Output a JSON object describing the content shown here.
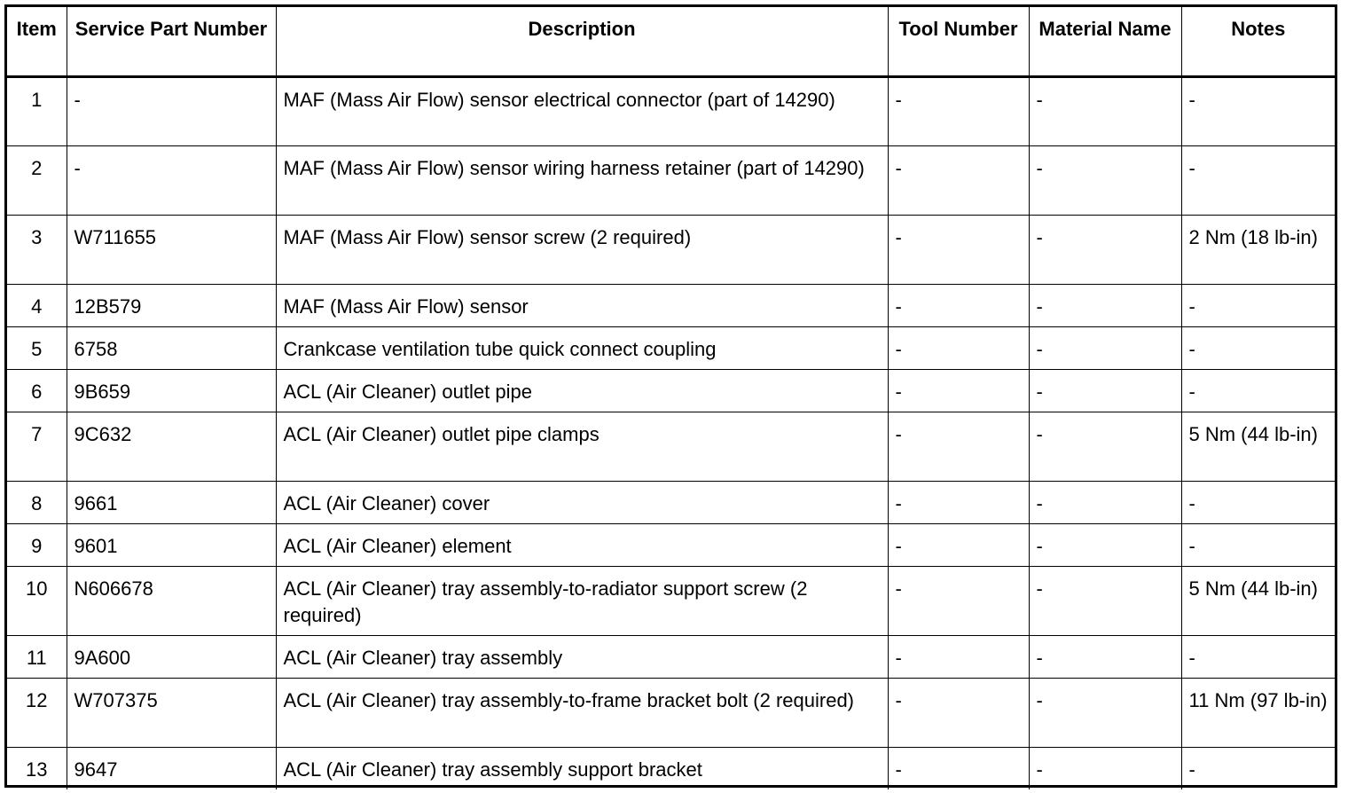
{
  "table": {
    "headers": [
      "Item",
      "Service Part Number",
      "Description",
      "Tool Number",
      "Material Name",
      "Notes"
    ],
    "rows": [
      [
        "1",
        "-",
        "MAF (Mass Air Flow) sensor electrical connector (part of 14290)",
        "-",
        "-",
        "-"
      ],
      [
        "2",
        "-",
        "MAF (Mass Air Flow) sensor wiring harness retainer (part of 14290)",
        "-",
        "-",
        "-"
      ],
      [
        "3",
        "W711655",
        "MAF (Mass Air Flow) sensor screw (2 required)",
        "-",
        "-",
        "2 Nm (18 lb-in)"
      ],
      [
        "4",
        "12B579",
        "MAF (Mass Air Flow) sensor",
        "-",
        "-",
        "-"
      ],
      [
        "5",
        "6758",
        "Crankcase ventilation tube quick connect coupling",
        "-",
        "-",
        "-"
      ],
      [
        "6",
        "9B659",
        "ACL (Air Cleaner) outlet pipe",
        "-",
        "-",
        "-"
      ],
      [
        "7",
        "9C632",
        "ACL (Air Cleaner) outlet pipe clamps",
        "-",
        "-",
        "5 Nm (44 lb-in)"
      ],
      [
        "8",
        "9661",
        "ACL (Air Cleaner) cover",
        "-",
        "-",
        "-"
      ],
      [
        "9",
        "9601",
        "ACL (Air Cleaner) element",
        "-",
        "-",
        "-"
      ],
      [
        "10",
        "N606678",
        "ACL (Air Cleaner) tray assembly-to-radiator support screw (2 required)",
        "-",
        "-",
        "5 Nm (44 lb-in)"
      ],
      [
        "11",
        "9A600",
        "ACL (Air Cleaner) tray assembly",
        "-",
        "-",
        "-"
      ],
      [
        "12",
        "W707375",
        "ACL (Air Cleaner) tray assembly-to-frame bracket bolt (2 required)",
        "-",
        "-",
        "11 Nm (97 lb-in)"
      ],
      [
        "13",
        "9647",
        "ACL (Air Cleaner) tray assembly support bracket",
        "-",
        "-",
        "-"
      ]
    ]
  }
}
